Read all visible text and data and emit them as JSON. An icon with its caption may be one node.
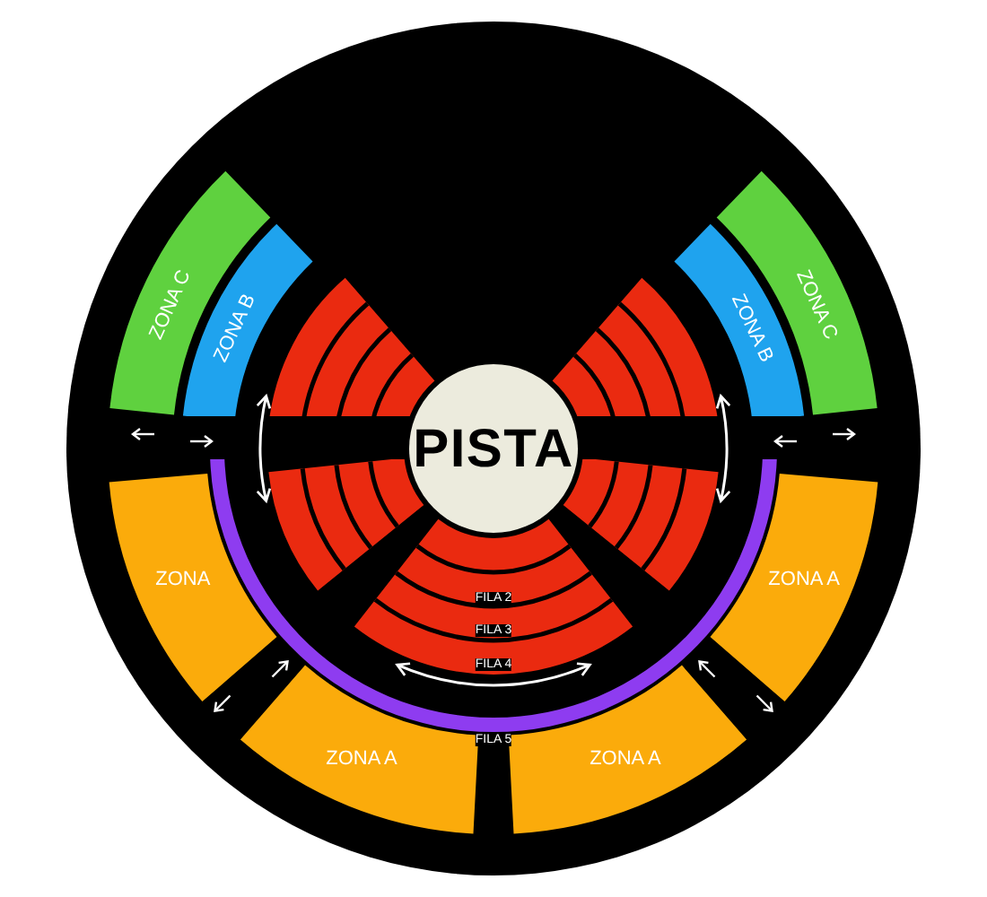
{
  "diagram": {
    "nodes": [
      {
        "text": [
          "ZONA C"
        ]
      },
      {
        "text": [
          "ZONA B"
        ]
      },
      {
        "text": [
          "ZONA B"
        ]
      },
      {
        "text": [
          "ZONA C"
        ]
      },
      {
        "text": [
          "PISTA"
        ]
      },
      {
        "text": [
          "ZONA"
        ]
      },
      {
        "text": [
          "ZONA A"
        ]
      },
      {
        "text": [
          "ZONA A"
        ]
      },
      {
        "text": [
          "ZONA A"
        ]
      }
    ],
    "labels": [
      "FILA 2",
      "FILA 3",
      "FILA 4",
      "FILA 5"
    ]
  }
}
